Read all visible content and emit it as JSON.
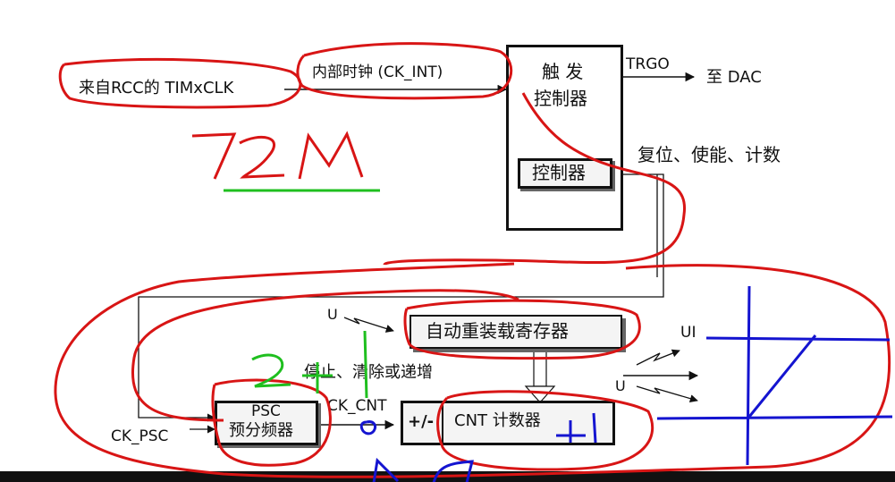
{
  "labels": {
    "rcc_source": "来自RCC的 TIMxCLK",
    "internal_clock": "内部时钟 (CK_INT)",
    "trgo": "TRGO",
    "to_dac": "至 DAC",
    "trigger_controller_line1": "触 发",
    "trigger_controller_line2": "控制器",
    "controller": "控制器",
    "reset_enable_count": "复位、使能、计数",
    "u_arrow": "U",
    "auto_reload_register": "自动重装载寄存器",
    "ui": "UI",
    "u_out": "U",
    "stop_clear_or_increment": "停止、清除或递增",
    "ck_cnt": "CK_CNT",
    "ck_psc": "CK_PSC",
    "psc": "PSC",
    "prescaler": "预分频器",
    "plus_minus": "+/-",
    "cnt_counter": "CNT 计数器"
  },
  "annotations": {
    "frequency_note": "72M",
    "psc_value_note": "2",
    "plus_one_note": "+1",
    "zero_note": "0",
    "cnt_plus_one_note": "+1"
  },
  "colors": {
    "diagram_line": "#111111",
    "annotation_red": "#d81515",
    "annotation_green": "#1fbf1f",
    "annotation_blue": "#1414d0",
    "box_fill": "#f4f4f4"
  }
}
